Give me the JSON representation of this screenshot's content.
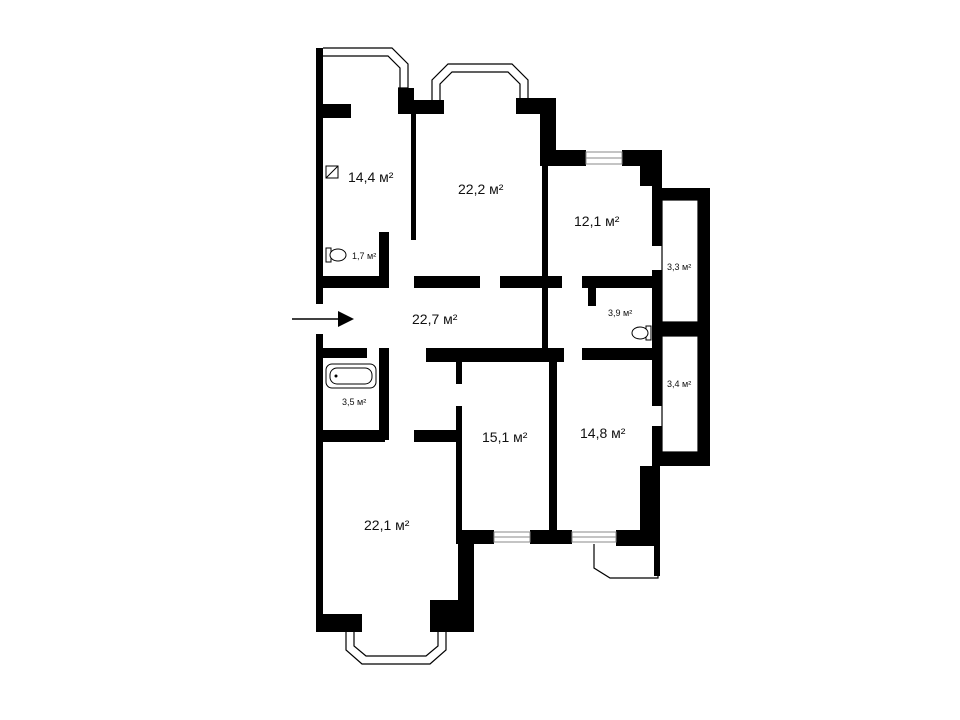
{
  "rooms": [
    {
      "id": "kitchen",
      "area": "14,4 м²"
    },
    {
      "id": "living-top",
      "area": "22,2 м²"
    },
    {
      "id": "bedroom-right-top",
      "area": "12,1 м²"
    },
    {
      "id": "wc-small",
      "area": "1,7 м²"
    },
    {
      "id": "closet-right-1",
      "area": "3,3 м²"
    },
    {
      "id": "hall",
      "area": "22,7 м²"
    },
    {
      "id": "wc-right",
      "area": "3,9 м²"
    },
    {
      "id": "closet-right-2",
      "area": "3,4 м²"
    },
    {
      "id": "bathroom",
      "area": "3,5 м²"
    },
    {
      "id": "room-middle",
      "area": "15,1 м²"
    },
    {
      "id": "room-right",
      "area": "14,8 м²"
    },
    {
      "id": "living-bottom",
      "area": "22,1 м²"
    }
  ],
  "icons": {
    "entrance": "entrance-arrow-icon",
    "toilet": "toilet-icon",
    "bathtub": "bathtub-icon",
    "stove": "kitchen-appliance-icon"
  }
}
